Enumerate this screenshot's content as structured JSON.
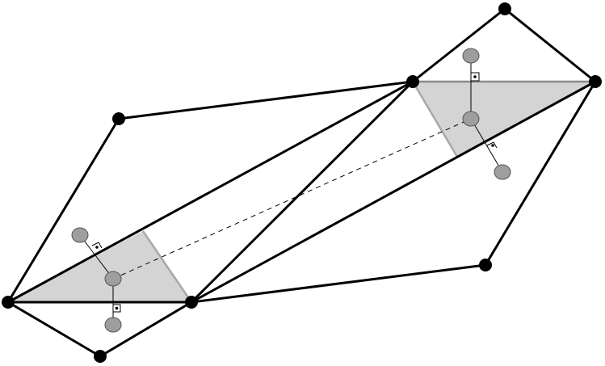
{
  "diagram": {
    "kind": "geometric-mesh",
    "colors": {
      "background": "#ffffff",
      "edge": "#000000",
      "vertex": "#000000",
      "shaded_region": "#d4d4d4",
      "shaded_region_edge": "#a8a8a8",
      "marker_fill": "#9e9e9e",
      "marker_stroke": "#555555"
    },
    "vertex_count": 8,
    "edge_count": 13,
    "shaded_triangle_count": 2,
    "circle_marker_count": 6,
    "right_angle_marker_count": 4,
    "dashed_connector_count": 1
  }
}
